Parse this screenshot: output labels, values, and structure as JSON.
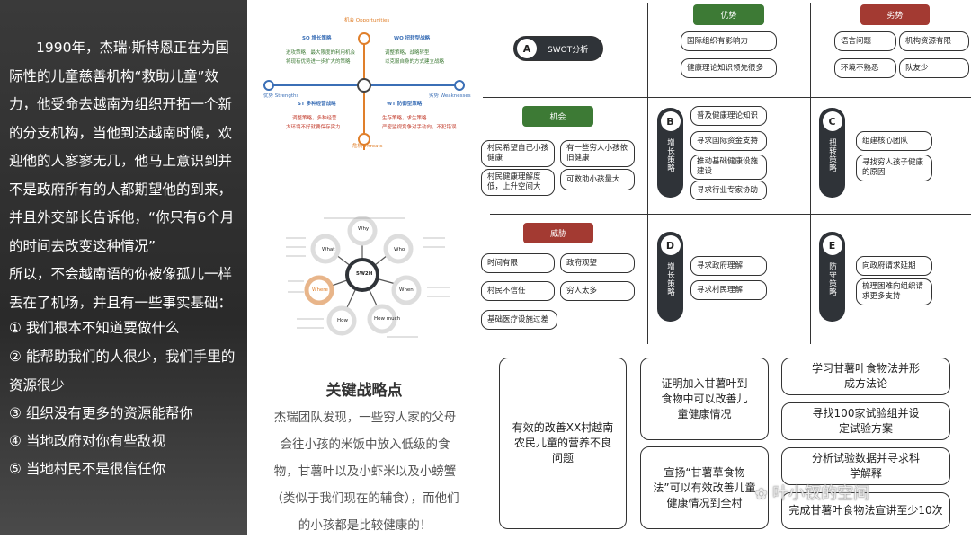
{
  "story": {
    "lines": [
      "1990年，杰瑞·斯特恩正在为国际性的儿童慈善机构“救助儿童”效力，他受命去越南为组织开拓一个新的分支机构，当他到达越南时候，欢迎他的人寥寥无几，他马上意识到并不是政府所有的人都期望他的到来，并且外交部长告诉他，“你只有6个月的时间去改变这种情况”",
      "所以，不会越南语的你被像孤儿一样丢在了机场，并且有一些事实基础：",
      "① 我们根本不知道要做什么",
      "② 能帮助我们的人很少，我们手里的资源很少",
      "③ 组织没有更多的资源能帮你",
      "④ 当地政府对你有些敌视",
      "⑤ 当地村民不是很信任你"
    ]
  },
  "swot_mini": {
    "top": "机会 Opportunities",
    "bottom": "危机 Threats",
    "left": "优势 Strengths",
    "right": "劣势 Weaknesses",
    "so": {
      "title": "SO 增长策略",
      "l1": "进攻策略，最大限度的利用机会",
      "l2": "将现有优势进一步扩大的策略"
    },
    "wo": {
      "title": "WO 扭转型战略",
      "l1": "调整策略，战略转型",
      "l2": "以克服自身的方式建立战略"
    },
    "st": {
      "title": "ST 多种经营战略",
      "l1": "调整策略，多种经营",
      "l2": "大环境不好就要保存实力"
    },
    "wt": {
      "title": "WT 防御型策略",
      "l1": "生存策略，求生策略",
      "l2": "严密监视竞争对手动向，不犯错误"
    }
  },
  "fivew": {
    "center": "5W2H",
    "nodes": [
      "Why",
      "What",
      "Who",
      "When",
      "Where",
      "How",
      "How much"
    ]
  },
  "key": {
    "title": "关键战略点",
    "body": "杰瑞团队发现，一些穷人家的父母会往小孩的米饭中放入低级的食物，甘薯叶以及小虾米以及小螃蟹（类似于我们现在的辅食），而他们的小孩都是比较健康的！"
  },
  "swot": {
    "a_letter": "A",
    "a_label": "SWOT分析",
    "strength_header": "优势",
    "weakness_header": "劣势",
    "opportunity_header": "机会",
    "threat_header": "威胁",
    "strengths": [
      "国际组织有影响力",
      "健康理论知识领先很多"
    ],
    "weaknesses": [
      "语言问题",
      "机构资源有限",
      "环境不熟悉",
      "队友少"
    ],
    "opportunities": [
      "村民希望自己小孩健康",
      "有一些穷人小孩依旧健康",
      "村民健康理解度低，上升空间大",
      "可救助小孩量大"
    ],
    "threats": [
      "时间有限",
      "政府观望",
      "村民不信任",
      "穷人太多",
      "基础医疗设施过差"
    ],
    "b": {
      "letter": "B",
      "label": "增长策略",
      "items": [
        "普及健康理论知识",
        "寻求国际资金支持",
        "推动基础健康设施建设",
        "寻求行业专家协助"
      ]
    },
    "c": {
      "letter": "C",
      "label": "扭转策略",
      "items": [
        "组建核心团队",
        "寻找穷人孩子健康的原因"
      ]
    },
    "d": {
      "letter": "D",
      "label": "增长策略",
      "items": [
        "寻求政府理解",
        "寻求村民理解"
      ]
    },
    "e": {
      "letter": "E",
      "label": "防守策略",
      "items": [
        "向政府请求延期",
        "梳理困难向组织请求更多支持"
      ]
    }
  },
  "plan": {
    "goal": "有效的改善XX村越南农民儿童的营养不良问题",
    "hyp1": "证明加入甘薯叶到食物中可以改善儿童健康情况",
    "hyp2": "宣扬“甘薯草食物法”可以有效改善儿童健康情况到全村",
    "steps": [
      "学习甘薯叶食物法并形成方法论",
      "寻找100家试验组并设定试验方案",
      "分析试验数据并寻求科学解释",
      "完成甘薯叶食物法宣讲至少10次"
    ]
  },
  "watermark": "叶小钗的空间",
  "colors": {
    "green": "#3d7a35",
    "red": "#a33a32",
    "dark": "#2f3338",
    "orange": "#e07f2a",
    "blue": "#3b6fb6"
  }
}
